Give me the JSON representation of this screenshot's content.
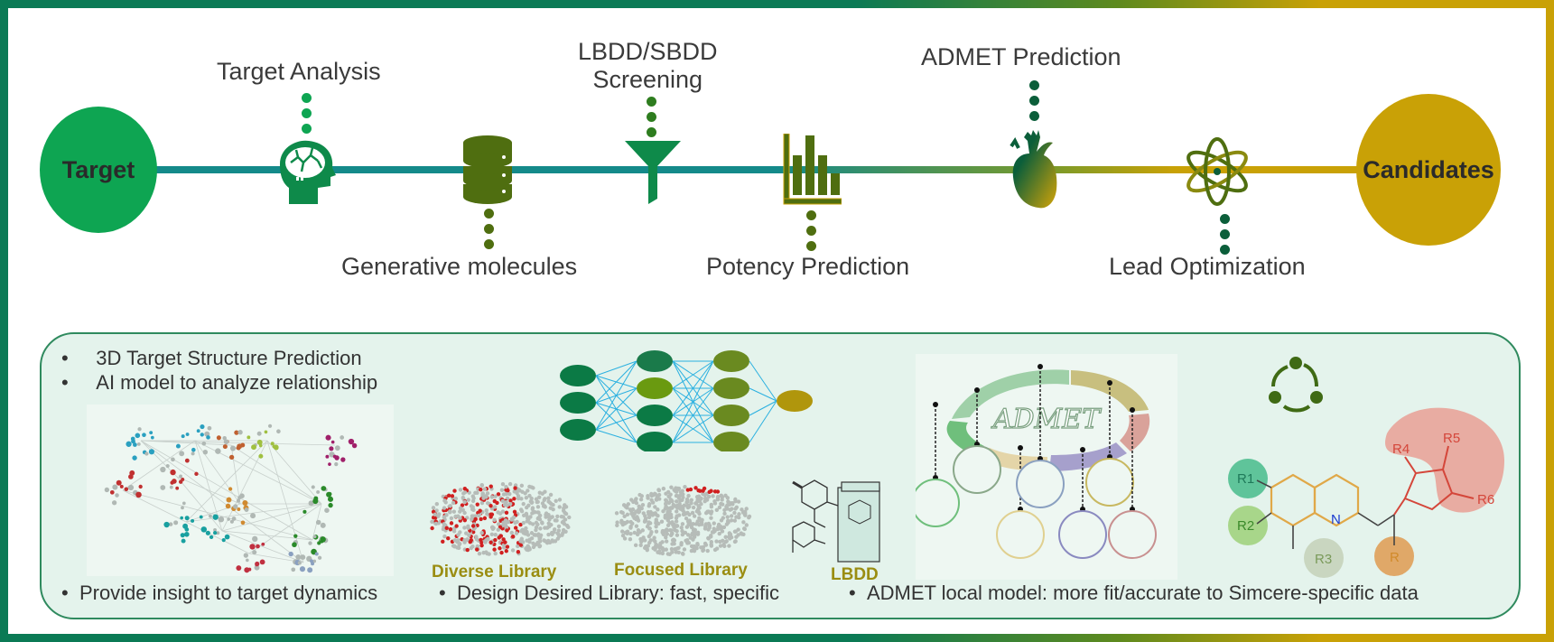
{
  "colors": {
    "green": "#0ea552",
    "dark_green": "#0b7a55",
    "olive": "#4f6e10",
    "teal_line": "#148a8a",
    "gold": "#c9a106",
    "panel_bg": "#e4f3ec",
    "text": "#3a3a3a"
  },
  "pipeline": {
    "start": {
      "label": "Target"
    },
    "end": {
      "label": "Candidates"
    },
    "steps": [
      {
        "label": "Target Analysis",
        "icon": "brain-head-icon",
        "position": "above"
      },
      {
        "label": "Generative  molecules",
        "icon": "database-icon",
        "position": "below"
      },
      {
        "label": "LBDD/SBDD",
        "label2": "Screening",
        "icon": "funnel-icon",
        "position": "above"
      },
      {
        "label": "Potency  Prediction",
        "icon": "bar-chart-icon",
        "position": "below"
      },
      {
        "label": "ADMET Prediction",
        "icon": "heart-icon",
        "position": "above"
      },
      {
        "label": "Lead  Optimization",
        "icon": "atom-icon",
        "position": "below"
      }
    ]
  },
  "panel": {
    "top_bullets": [
      "3D Target Structure Prediction",
      "AI model to analyze relationship"
    ],
    "bottom_bullets": [
      "Provide insight to target dynamics",
      "Design Desired Library: fast, specific",
      "ADMET local model: more fit/accurate to Simcere-specific data"
    ],
    "library_labels": [
      "Diverse Library",
      "Focused Library",
      "LBDD"
    ],
    "admet_title": "ADMET",
    "admet_icons": [
      "intestine-icon",
      "molecule-icon",
      "person-icon",
      "flask-icon",
      "liver-icon",
      "skull-icon",
      "kidney-icon"
    ],
    "scaffold": {
      "groups": [
        "R1",
        "R2",
        "R3",
        "R",
        "R4",
        "R5",
        "R6"
      ],
      "heteroatom": "N"
    }
  }
}
